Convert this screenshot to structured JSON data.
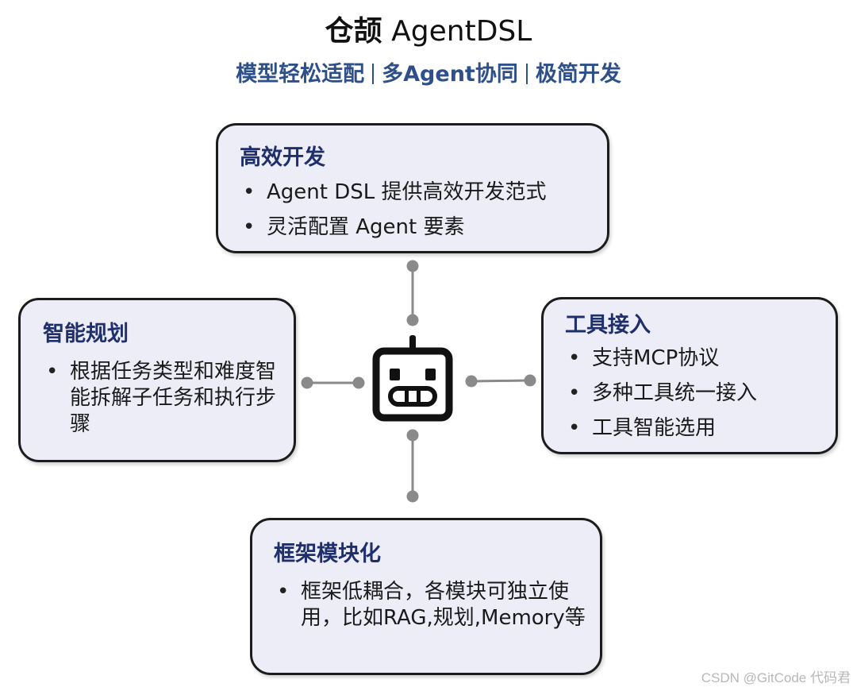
{
  "header": {
    "brand": "仓颉",
    "product": "AgentDSL",
    "tagline_parts": [
      "模型轻松适配",
      "多Agent协同",
      "极简开发"
    ]
  },
  "center_icon": "robot-icon",
  "cards": {
    "top": {
      "title": "高效开发",
      "items": [
        "Agent DSL 提供高效开发范式",
        "灵活配置 Agent 要素"
      ]
    },
    "left": {
      "title": "智能规划",
      "items": [
        "根据任务类型和难度智能拆解子任务和执行步骤"
      ]
    },
    "right": {
      "title": "工具接入",
      "items": [
        "支持MCP协议",
        "多种工具统一接入",
        "工具智能选用"
      ]
    },
    "bottom": {
      "title": "框架模块化",
      "items": [
        "框架低耦合，各模块可独立使用，比如RAG,规划,Memory等"
      ]
    }
  },
  "watermark": "CSDN @GitCode 代码君",
  "colors": {
    "card_fill": "#ededf8",
    "card_border": "#1c1c1c",
    "card_title": "#1f2f6b",
    "tagline": "#2d4f8a",
    "connector": "#888888"
  }
}
